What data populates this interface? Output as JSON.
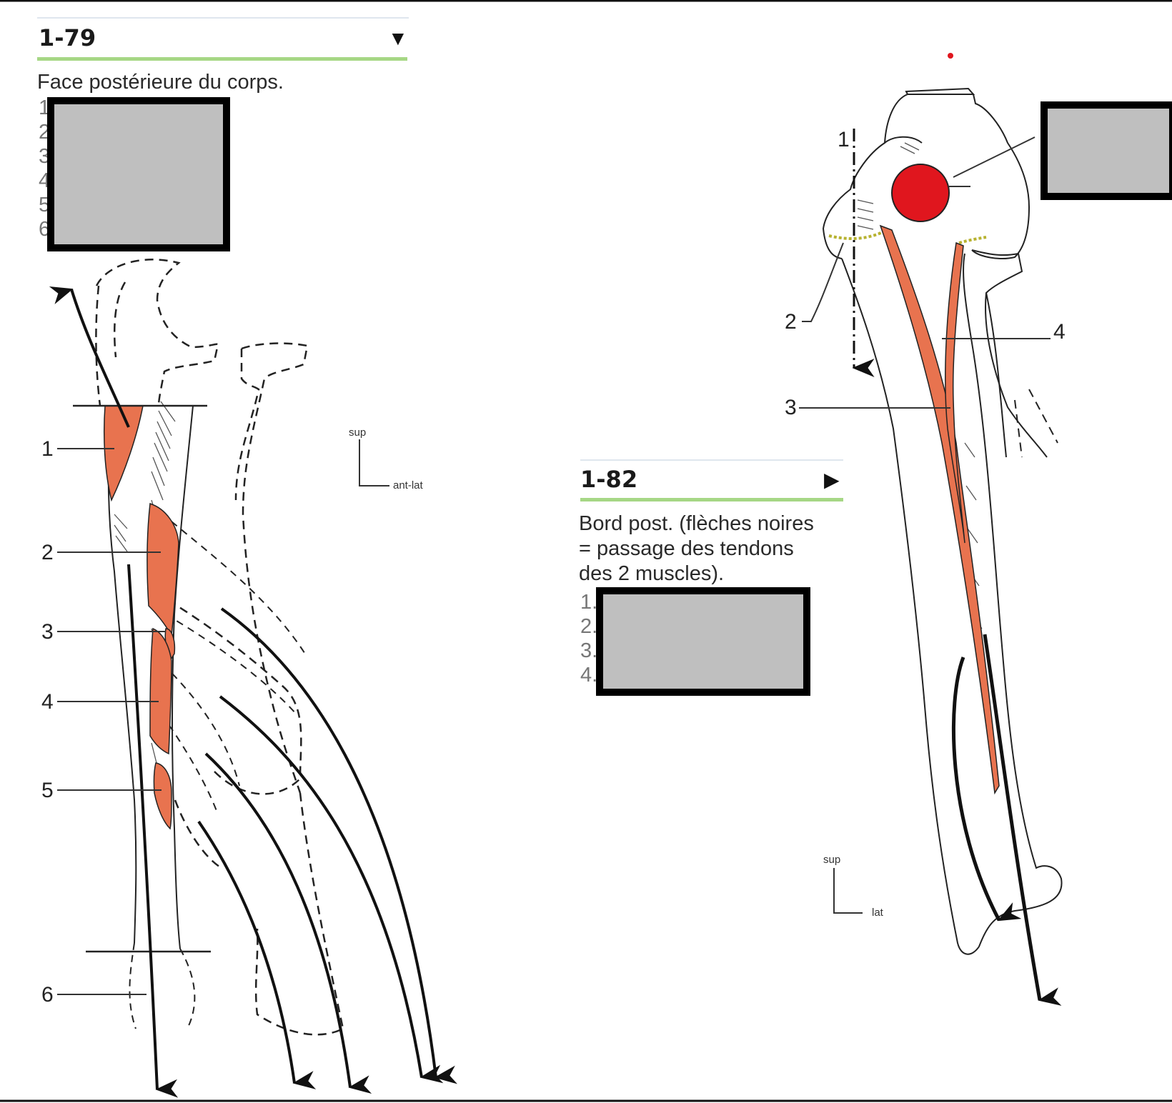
{
  "left_panel": {
    "figure_number": "1-79",
    "toggle_glyph": "▼",
    "caption": "Face postérieure du corps.",
    "list_numbers": [
      "1",
      "2",
      "3",
      "4",
      "5",
      "6"
    ],
    "callouts": [
      "1",
      "2",
      "3",
      "4",
      "5",
      "6"
    ],
    "orientation": {
      "up": "sup",
      "side": "ant-lat"
    }
  },
  "right_panel": {
    "figure_number": "1-82",
    "toggle_glyph": "▶",
    "caption_lines": [
      "Bord post. (flèches noires",
      "= passage des tendons",
      "des 2 muscles)."
    ],
    "list_numbers": [
      "1.",
      "2.",
      "3.",
      "4."
    ],
    "callouts": [
      "1",
      "2",
      "3",
      "4"
    ],
    "orientation": {
      "up": "sup",
      "side": "lat"
    }
  },
  "colors": {
    "muscle": "#e8734f",
    "highlight_dot": "#e0161e",
    "accent_rule": "#a6d785",
    "mask": "#bfbfbf"
  },
  "icons": [
    "down-triangle-icon",
    "right-triangle-icon"
  ]
}
